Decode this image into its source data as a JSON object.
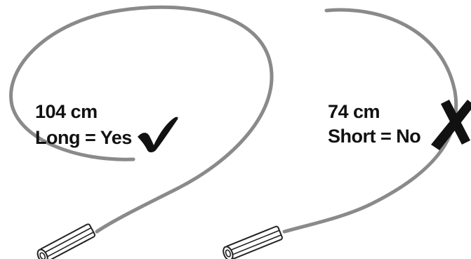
{
  "cables": [
    {
      "length": "104 cm",
      "verdict": "Long = Yes",
      "mark": "check-icon"
    },
    {
      "length": "74 cm",
      "verdict": "Short = No",
      "mark": "cross-icon"
    }
  ],
  "colors": {
    "cable": "#8a8a8a",
    "text": "#111111",
    "mark": "#111111",
    "background": "#ffffff"
  }
}
